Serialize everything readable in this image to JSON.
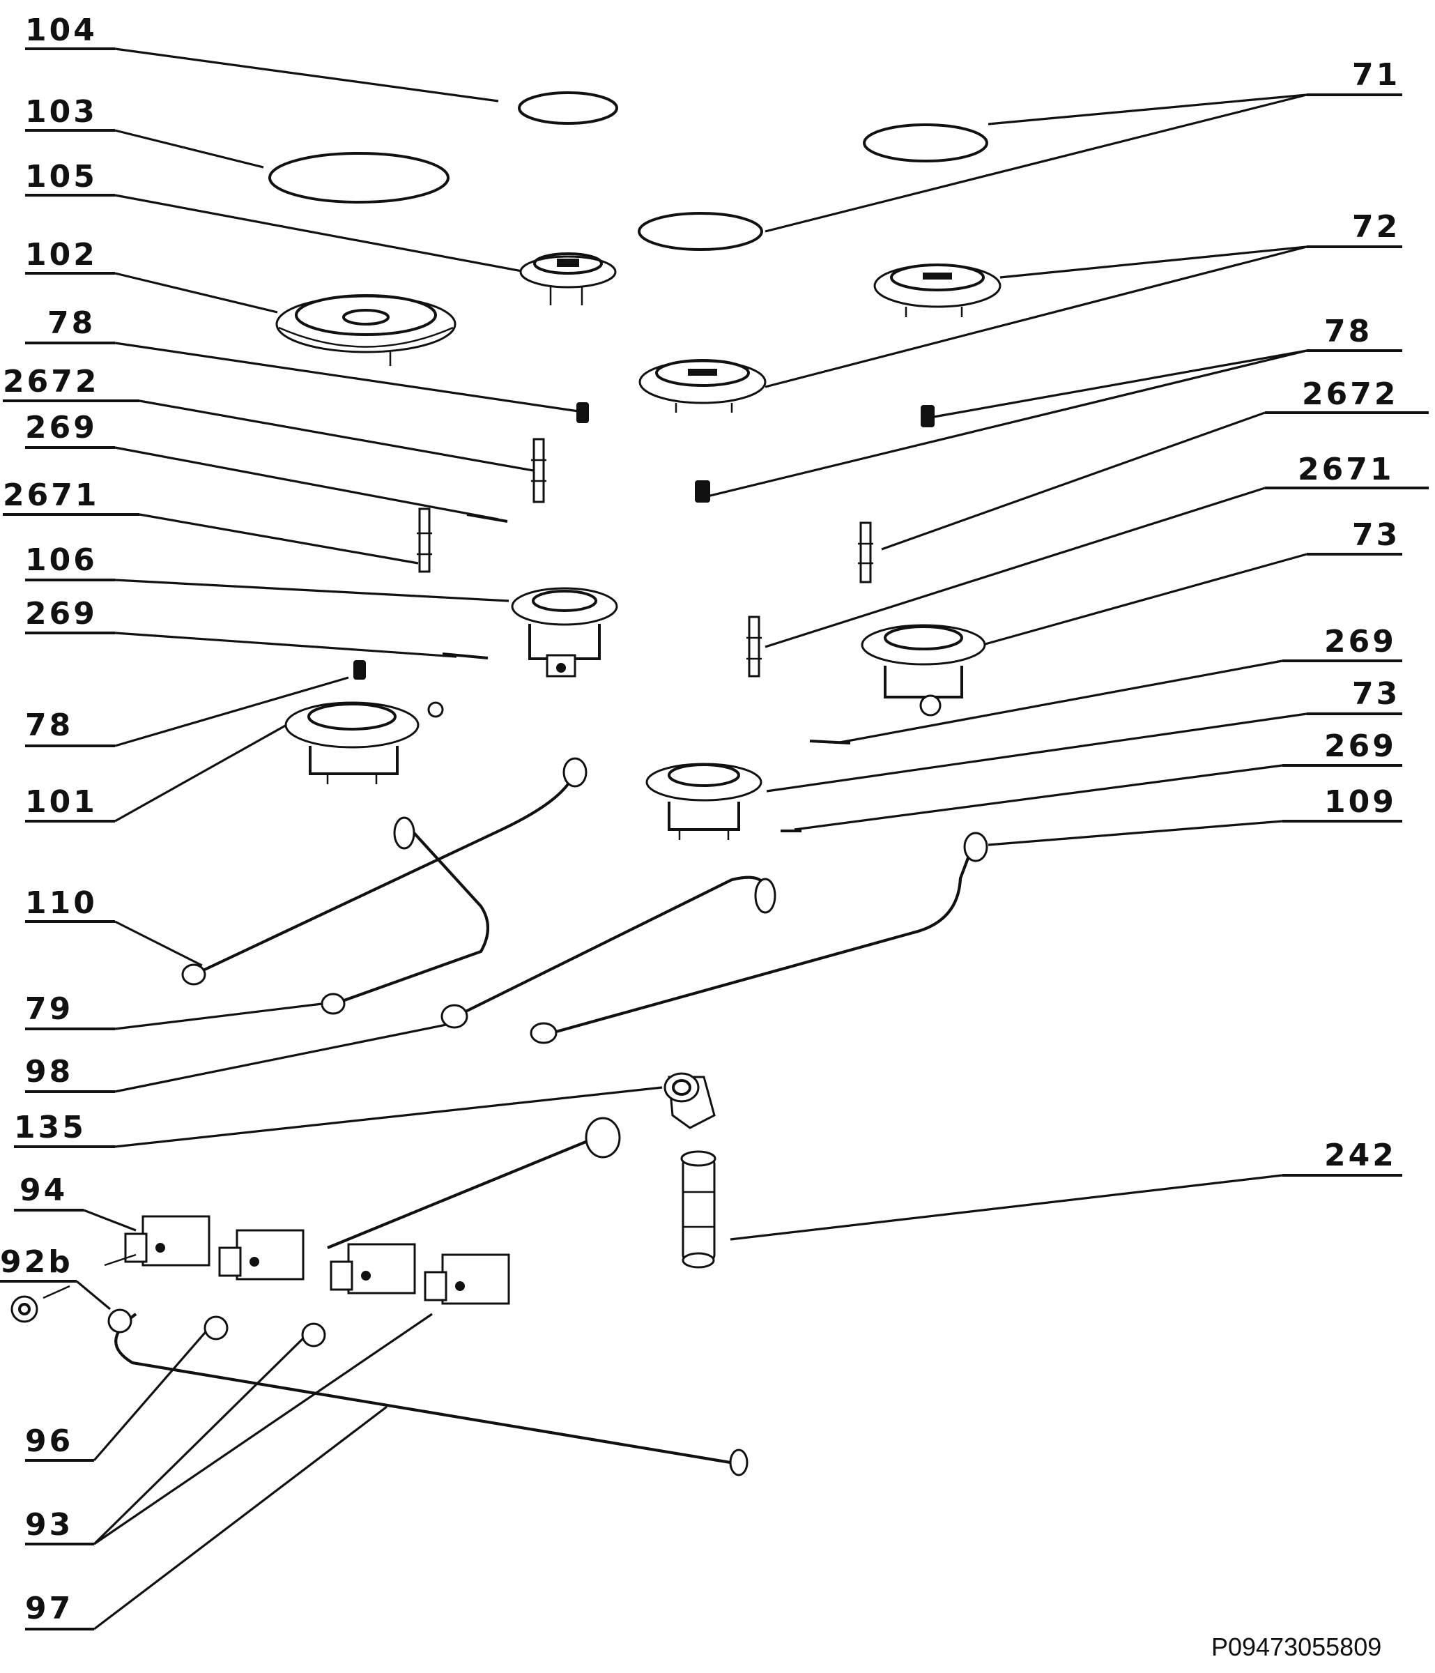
{
  "diagram": {
    "document_code": "P09473055809",
    "callouts": [
      {
        "id": "c104",
        "label": "104"
      },
      {
        "id": "c103",
        "label": "103"
      },
      {
        "id": "c105",
        "label": "105"
      },
      {
        "id": "c102",
        "label": "102"
      },
      {
        "id": "c78a",
        "label": "78"
      },
      {
        "id": "c2672a",
        "label": "2672"
      },
      {
        "id": "c269a",
        "label": "269"
      },
      {
        "id": "c2671a",
        "label": "2671"
      },
      {
        "id": "c106",
        "label": "106"
      },
      {
        "id": "c269b",
        "label": "269"
      },
      {
        "id": "c78b",
        "label": "78"
      },
      {
        "id": "c101",
        "label": "101"
      },
      {
        "id": "c110",
        "label": "110"
      },
      {
        "id": "c79",
        "label": "79"
      },
      {
        "id": "c98",
        "label": "98"
      },
      {
        "id": "c135",
        "label": "135"
      },
      {
        "id": "c94",
        "label": "94"
      },
      {
        "id": "c92b",
        "label": "92b"
      },
      {
        "id": "c96",
        "label": "96"
      },
      {
        "id": "c93",
        "label": "93"
      },
      {
        "id": "c97",
        "label": "97"
      },
      {
        "id": "c71",
        "label": "71"
      },
      {
        "id": "c72",
        "label": "72"
      },
      {
        "id": "c78c",
        "label": "78"
      },
      {
        "id": "c2672b",
        "label": "2672"
      },
      {
        "id": "c2671b",
        "label": "2671"
      },
      {
        "id": "c73a",
        "label": "73"
      },
      {
        "id": "c269c",
        "label": "269"
      },
      {
        "id": "c73b",
        "label": "73"
      },
      {
        "id": "c269d",
        "label": "269"
      },
      {
        "id": "c109",
        "label": "109"
      },
      {
        "id": "c242",
        "label": "242"
      }
    ]
  }
}
